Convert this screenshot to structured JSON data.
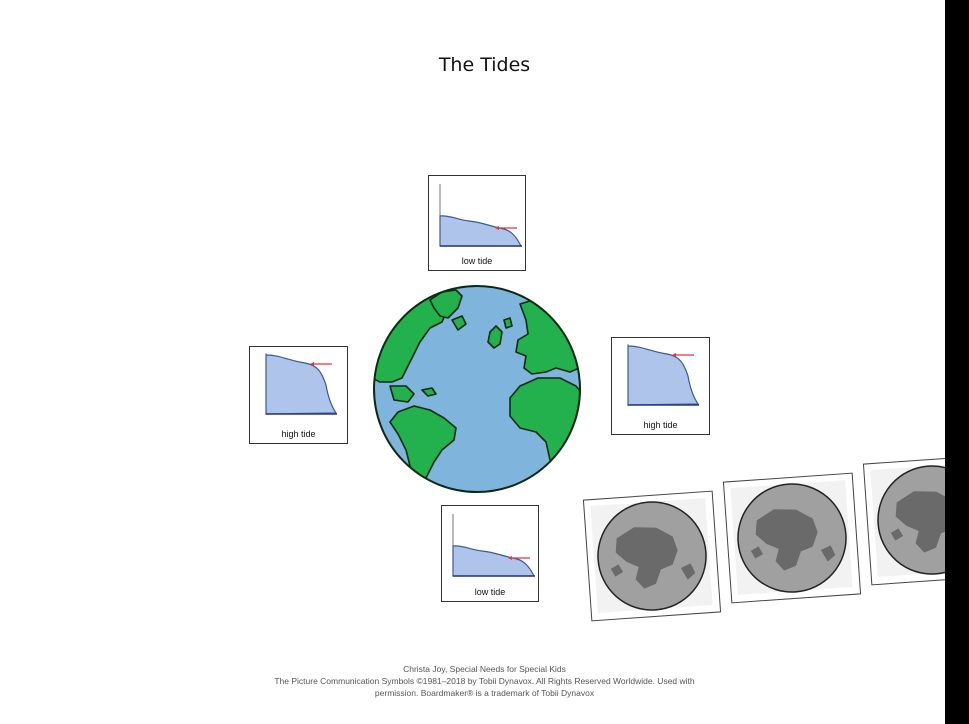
{
  "title": "The Tides",
  "cards": {
    "top": {
      "label": "low tide"
    },
    "left": {
      "label": "high tide"
    },
    "right": {
      "label": "high tide"
    },
    "bottom": {
      "label": "low tide"
    }
  },
  "colors": {
    "ocean": "#7fb5dd",
    "land": "#22b14c",
    "water_fill": "#aec4ea",
    "arrow": "#e8303a",
    "moon": "#a0a0a0",
    "moon_mare": "#6a6a6a"
  },
  "footer": {
    "line1": "Christa Joy, Special Needs for Special Kids",
    "line2": "The Picture Communication Symbols ©1981–2018 by Tobii Dynavox. All Rights Reserved Worldwide. Used with",
    "line3": "permission.  Boardmaker® is a trademark of Tobii Dynavox"
  }
}
